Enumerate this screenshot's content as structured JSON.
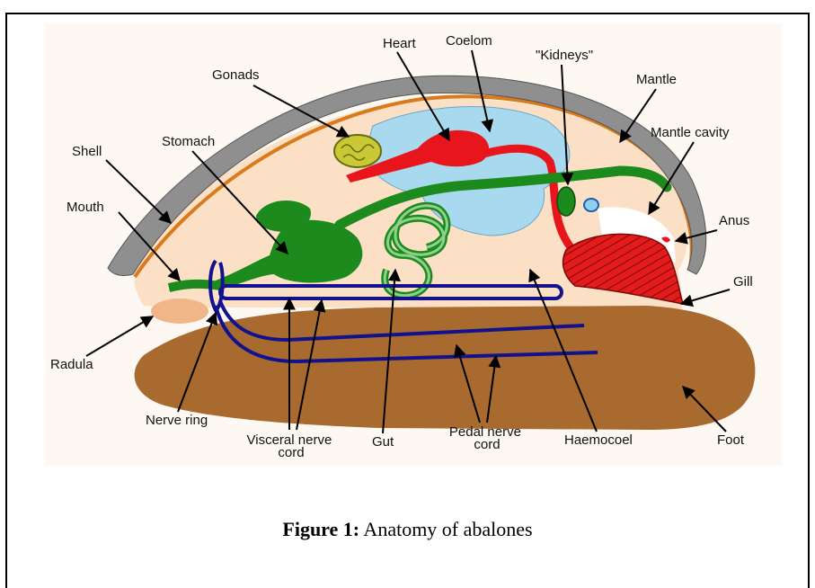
{
  "labels": {
    "heart": "Heart",
    "coelom": "Coelom",
    "kidneys": "\"Kidneys\"",
    "mantle": "Mantle",
    "gonads": "Gonads",
    "mantle_cavity": "Mantle cavity",
    "shell": "Shell",
    "stomach": "Stomach",
    "mouth": "Mouth",
    "anus": "Anus",
    "gill": "Gill",
    "radula": "Radula",
    "nerve_ring": "Nerve ring",
    "visceral_nerve_cord_1": "Visceral nerve",
    "visceral_nerve_cord_2": "cord",
    "gut": "Gut",
    "pedal_nerve_cord_1": "Pedal nerve",
    "pedal_nerve_cord_2": "cord",
    "haemocoel": "Haemocoel",
    "foot": "Foot"
  },
  "caption": {
    "prefix": "Figure 1:",
    "text": " Anatomy of abalones"
  },
  "colors": {
    "body": "#fbe0c6",
    "shell": "#8f8f8f",
    "mantle_line": "#d97a1c",
    "foot": "#a86a2e",
    "gut": "#1c8a1c",
    "heart": "#e8161c",
    "coelom": "#a9d9ef",
    "gonads": "#c9c936",
    "nerve": "#12128f",
    "gill": "#d91818"
  }
}
